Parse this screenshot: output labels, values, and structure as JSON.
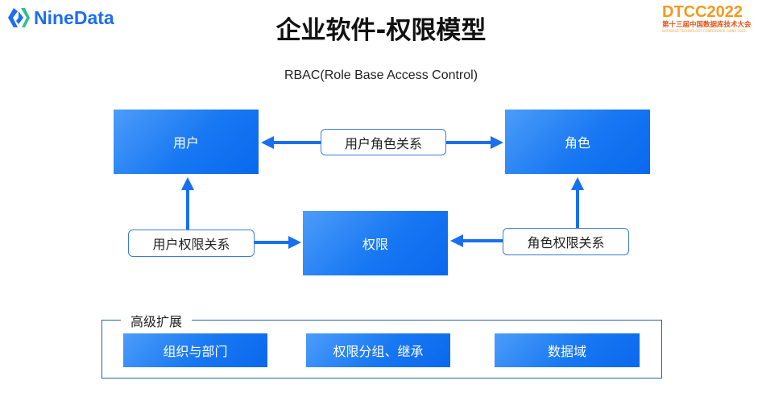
{
  "header": {
    "logo_text": "NineData",
    "title": "企业软件-权限模型",
    "event_logo": {
      "main": "DTCC2022",
      "sub": "第十三届中国数据库技术大会",
      "en": "DATABASE TECHNOLOGY CONFERENCE CHINA 2022"
    }
  },
  "diagram": {
    "subtitle": "RBAC(Role Base Access Control)",
    "nodes": {
      "user": "用户",
      "role": "角色",
      "permission": "权限"
    },
    "relations": {
      "user_role": "用户角色关系",
      "user_permission": "用户权限关系",
      "role_permission": "角色权限关系"
    },
    "colors": {
      "box": "#1877f2",
      "arrow": "#1a6ff0",
      "label_border": "#3a7be0"
    }
  },
  "extension": {
    "title": "高级扩展",
    "items": [
      "组织与部门",
      "权限分组、继承",
      "数据域"
    ]
  }
}
